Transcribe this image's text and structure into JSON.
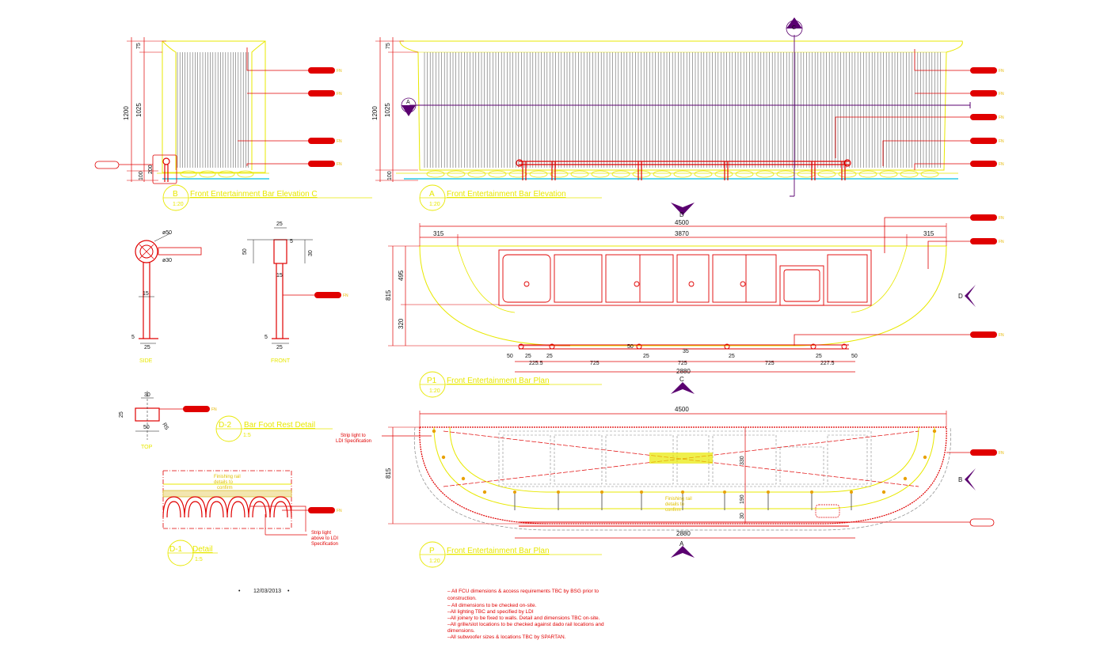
{
  "titles": {
    "b_elev": "Front Entertainment Bar Elevation C",
    "a_elev": "Front Entertainment Bar Elevation",
    "p1_plan": "Front Entertainment Bar Plan",
    "p_plan": "Front Entertainment Bar Plan",
    "d2_detail": "Bar Foot Rest Detail",
    "d1_detail": "Detail"
  },
  "marks": {
    "b": "B",
    "a": "A",
    "p1": "P1",
    "p": "P",
    "d2": "D-2",
    "d1": "D-1",
    "sec_c": "C",
    "sec_a": "A",
    "sec_d": "D",
    "sec_b": "B"
  },
  "scales": {
    "b": "1:20",
    "a": "1:20",
    "p1": "1:20",
    "p": "1:20",
    "d2": "1:5",
    "d1": "1:5"
  },
  "dims": {
    "b_75": "75",
    "b_1200": "1200",
    "b_1025": "1025",
    "b_100": "100",
    "b_200": "200",
    "a_75": "75",
    "a_1200": "1200",
    "a_1025": "1025",
    "a_100": "100",
    "p1_4500": "4500",
    "p1_315a": "315",
    "p1_3870": "3870",
    "p1_315b": "315",
    "p1_815": "815",
    "p1_495": "495",
    "p1_320": "320",
    "p1_50a": "50",
    "p1_25a": "25",
    "p1_2255": "225.5",
    "p1_725a": "725",
    "p1_25b": "25",
    "p1_50b": "50",
    "p1_725b": "725",
    "p1_35": "35",
    "p1_25c": "25",
    "p1_725c": "725",
    "p1_25d": "25",
    "p1_25e": "25",
    "p1_2275": "227.5",
    "p1_50c": "50",
    "p1_2880": "2880",
    "p_4500": "4500",
    "p_815": "815",
    "p_330": "330",
    "p_190": "190",
    "p_30": "30",
    "p_2880": "2880",
    "side_50": "ø50",
    "side_30": "ø30",
    "side_15": "15",
    "side_5": "5",
    "side_25": "25",
    "front_25a": "25",
    "front_50": "50",
    "front_5a": "5",
    "front_30": "30",
    "front_15": "15",
    "front_5": "5",
    "front_25b": "25",
    "top_30": "30",
    "top_25": "25",
    "top_50": "50",
    "top_r5": "R5"
  },
  "view_labels": {
    "side": "SIDE",
    "front": "FRONT",
    "top": "TOP"
  },
  "annotations": {
    "strip_light_p": "Strip light to LDI Specification",
    "finish_detail": "Finishing rail details to confirm",
    "strip_light_d1": "Strip light above to LDI Specification",
    "date": "12/03/2013"
  },
  "notes": [
    "– All FCU dimensions & access requirements TBC by BSG prior to",
    "construction.",
    "– All dimensions to be checked on-site.",
    "–All lighting TBC and specified by LDI",
    "–All joinery to be fixed to walls. Detail and dimensions TBC on-site.",
    "–All grille/slot locations to be checked against dado rail locations and",
    "dimensions.",
    "–All subwoofer sizes & locations TBC by SPARTAN."
  ],
  "colors": {
    "outline": "#e8e800",
    "fitting": "#e00000",
    "dim": "#111111",
    "section": "#5a0070",
    "tag": "#e6b800",
    "floor": "#00c0e0"
  }
}
